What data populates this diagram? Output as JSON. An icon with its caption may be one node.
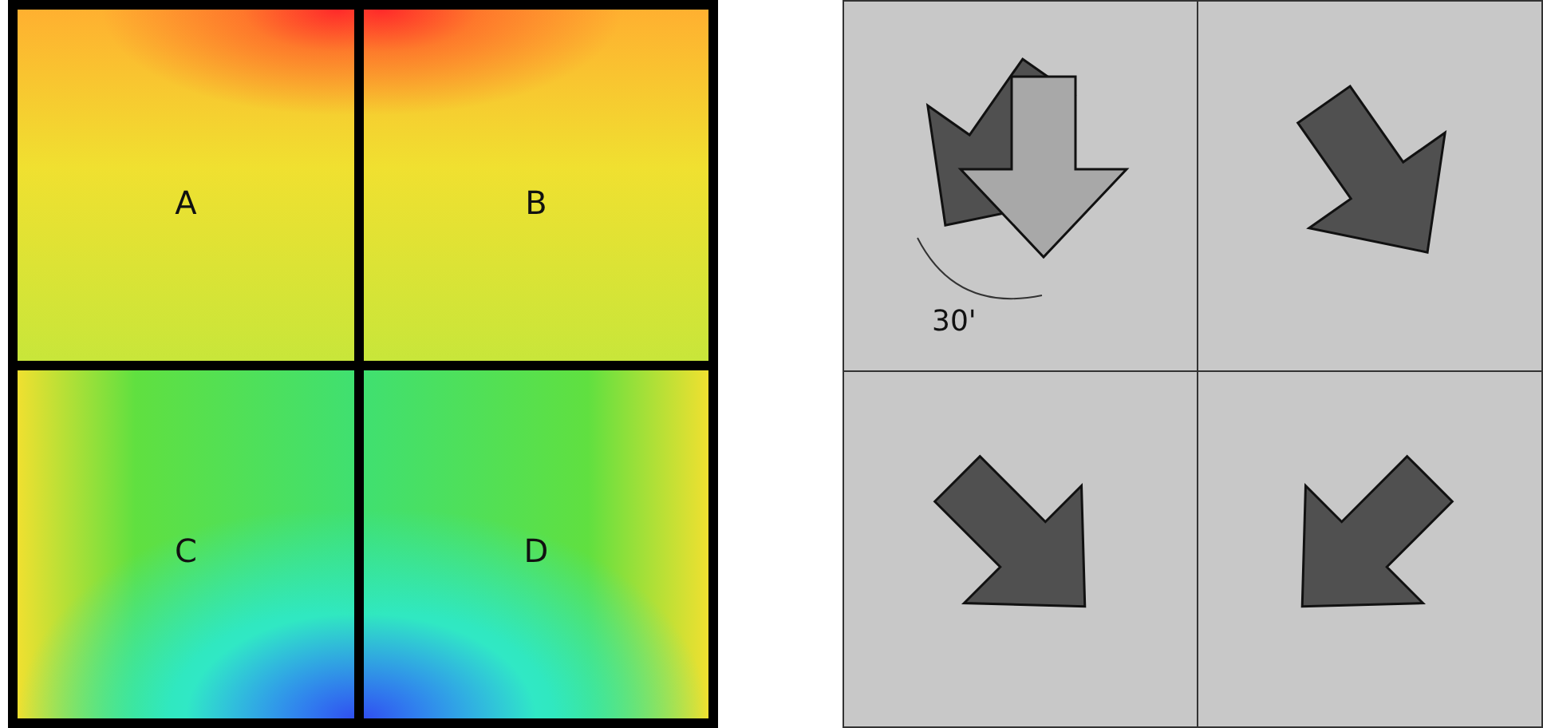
{
  "diagram": {
    "nodes": [
      {
        "text": [
          "A"
        ]
      },
      {
        "text": [
          "B"
        ]
      },
      {
        "text": [
          "C"
        ]
      },
      {
        "text": [
          "D"
        ]
      },
      {
        "text": [],
        "shape": "box"
      },
      {
        "text": [],
        "shape": "box"
      },
      {
        "text": [],
        "shape": "box"
      },
      {
        "text": [],
        "shape": "box"
      }
    ],
    "edges": [],
    "labels": [
      "30'"
    ]
  }
}
